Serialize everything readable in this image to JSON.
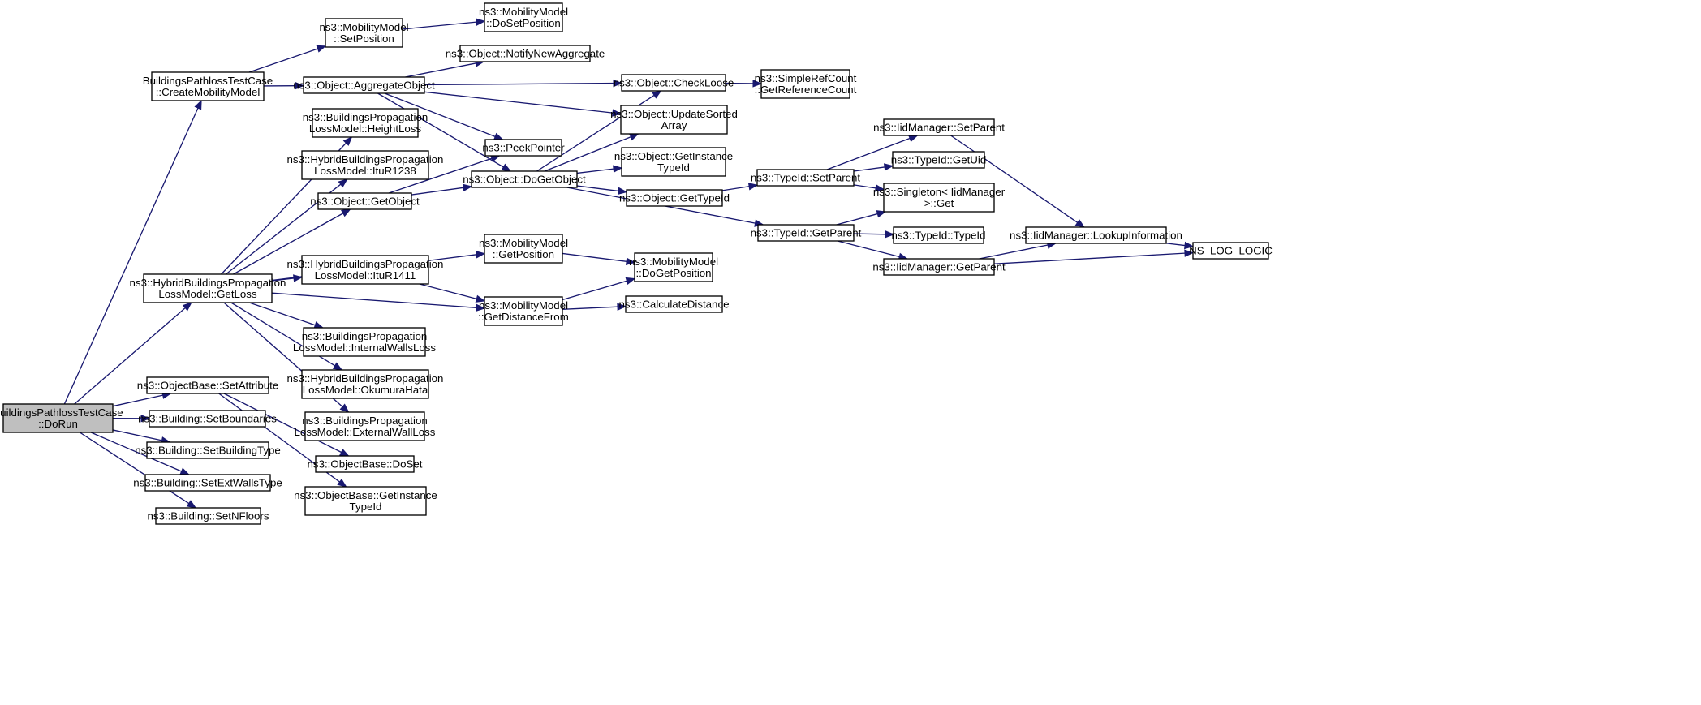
{
  "graph_title": "",
  "nodes": [
    {
      "id": "dorun",
      "lines": [
        "BuildingsPathlossTestCase",
        "::DoRun"
      ],
      "root": true
    },
    {
      "id": "createmob",
      "lines": [
        "BuildingsPathlossTestCase",
        "::CreateMobilityModel"
      ]
    },
    {
      "id": "hybridgetloss",
      "lines": [
        "ns3::HybridBuildingsPropagation",
        "LossModel::GetLoss"
      ]
    },
    {
      "id": "setattr",
      "lines": [
        "ns3::ObjectBase::SetAttribute"
      ]
    },
    {
      "id": "setboundaries",
      "lines": [
        "ns3::Building::SetBoundaries"
      ]
    },
    {
      "id": "setbuildingtype",
      "lines": [
        "ns3::Building::SetBuildingType"
      ]
    },
    {
      "id": "setextwalls",
      "lines": [
        "ns3::Building::SetExtWallsType"
      ]
    },
    {
      "id": "setnfloors",
      "lines": [
        "ns3::Building::SetNFloors"
      ]
    },
    {
      "id": "mmsetpos",
      "lines": [
        "ns3::MobilityModel",
        "::SetPosition"
      ]
    },
    {
      "id": "aggregate",
      "lines": [
        "ns3::Object::AggregateObject"
      ]
    },
    {
      "id": "heightloss",
      "lines": [
        "ns3::BuildingsPropagation",
        "LossModel::HeightLoss"
      ]
    },
    {
      "id": "itur1238",
      "lines": [
        "ns3::HybridBuildingsPropagation",
        "LossModel::ItuR1238"
      ]
    },
    {
      "id": "getobject",
      "lines": [
        "ns3::Object::GetObject"
      ]
    },
    {
      "id": "itur1411",
      "lines": [
        "ns3::HybridBuildingsPropagation",
        "LossModel::ItuR1411"
      ]
    },
    {
      "id": "internalwalls",
      "lines": [
        "ns3::BuildingsPropagation",
        "LossModel::InternalWallsLoss"
      ]
    },
    {
      "id": "okumura",
      "lines": [
        "ns3::HybridBuildingsPropagation",
        "LossModel::OkumuraHata"
      ]
    },
    {
      "id": "externalwall",
      "lines": [
        "ns3::BuildingsPropagation",
        "LossModel::ExternalWallLoss"
      ]
    },
    {
      "id": "doset",
      "lines": [
        "ns3::ObjectBase::DoSet"
      ]
    },
    {
      "id": "obgetinst",
      "lines": [
        "ns3::ObjectBase::GetInstance",
        "TypeId"
      ]
    },
    {
      "id": "mmdosetpos",
      "lines": [
        "ns3::MobilityModel",
        "::DoSetPosition"
      ]
    },
    {
      "id": "notifyagg",
      "lines": [
        "ns3::Object::NotifyNewAggregate"
      ]
    },
    {
      "id": "peekpointer",
      "lines": [
        "ns3::PeekPointer"
      ]
    },
    {
      "id": "dogetobject",
      "lines": [
        "ns3::Object::DoGetObject"
      ]
    },
    {
      "id": "mmgetpos",
      "lines": [
        "ns3::MobilityModel",
        "::GetPosition"
      ]
    },
    {
      "id": "mmgetdist",
      "lines": [
        "ns3::MobilityModel",
        "::GetDistanceFrom"
      ]
    },
    {
      "id": "checkloose",
      "lines": [
        "ns3::Object::CheckLoose"
      ]
    },
    {
      "id": "updatesorted",
      "lines": [
        "ns3::Object::UpdateSorted",
        "Array"
      ]
    },
    {
      "id": "objgetinst",
      "lines": [
        "ns3::Object::GetInstance",
        "TypeId"
      ]
    },
    {
      "id": "objgettypeid",
      "lines": [
        "ns3::Object::GetTypeId"
      ]
    },
    {
      "id": "mmdogetpos",
      "lines": [
        "ns3::MobilityModel",
        "::DoGetPosition"
      ]
    },
    {
      "id": "calcdist",
      "lines": [
        "ns3::CalculateDistance"
      ]
    },
    {
      "id": "refcount",
      "lines": [
        "ns3::SimpleRefCount",
        "::GetReferenceCount"
      ]
    },
    {
      "id": "tidsetparent",
      "lines": [
        "ns3::TypeId::SetParent"
      ]
    },
    {
      "id": "tidgetparent",
      "lines": [
        "ns3::TypeId::GetParent"
      ]
    },
    {
      "id": "iidsetparent",
      "lines": [
        "ns3::IidManager::SetParent"
      ]
    },
    {
      "id": "tidgetuid",
      "lines": [
        "ns3::TypeId::GetUid"
      ]
    },
    {
      "id": "singleton",
      "lines": [
        "ns3::Singleton< IidManager",
        " >::Get"
      ]
    },
    {
      "id": "tidtypeid",
      "lines": [
        "ns3::TypeId::TypeId"
      ]
    },
    {
      "id": "iidgetparent",
      "lines": [
        "ns3::IidManager::GetParent"
      ]
    },
    {
      "id": "lookup",
      "lines": [
        "ns3::IidManager::LookupInformation"
      ]
    },
    {
      "id": "nslog",
      "lines": [
        "NS_LOG_LOGIC"
      ]
    }
  ],
  "edges": [
    [
      "dorun",
      "createmob"
    ],
    [
      "dorun",
      "hybridgetloss"
    ],
    [
      "dorun",
      "setattr"
    ],
    [
      "dorun",
      "setboundaries"
    ],
    [
      "dorun",
      "setbuildingtype"
    ],
    [
      "dorun",
      "setextwalls"
    ],
    [
      "dorun",
      "setnfloors"
    ],
    [
      "createmob",
      "mmsetpos"
    ],
    [
      "createmob",
      "aggregate"
    ],
    [
      "mmsetpos",
      "mmdosetpos"
    ],
    [
      "aggregate",
      "notifyagg"
    ],
    [
      "aggregate",
      "checkloose"
    ],
    [
      "aggregate",
      "updatesorted"
    ],
    [
      "aggregate",
      "peekpointer"
    ],
    [
      "aggregate",
      "dogetobject"
    ],
    [
      "hybridgetloss",
      "heightloss"
    ],
    [
      "hybridgetloss",
      "itur1238"
    ],
    [
      "hybridgetloss",
      "getobject"
    ],
    [
      "hybridgetloss",
      "mmgetpos"
    ],
    [
      "hybridgetloss",
      "itur1411"
    ],
    [
      "hybridgetloss",
      "mmgetdist"
    ],
    [
      "hybridgetloss",
      "internalwalls"
    ],
    [
      "hybridgetloss",
      "okumura"
    ],
    [
      "hybridgetloss",
      "externalwall"
    ],
    [
      "getobject",
      "peekpointer"
    ],
    [
      "getobject",
      "dogetobject"
    ],
    [
      "itur1411",
      "mmgetdist"
    ],
    [
      "setattr",
      "doset"
    ],
    [
      "setattr",
      "obgetinst"
    ],
    [
      "dogetobject",
      "checkloose"
    ],
    [
      "dogetobject",
      "updatesorted"
    ],
    [
      "dogetobject",
      "objgetinst"
    ],
    [
      "dogetobject",
      "objgettypeid"
    ],
    [
      "dogetobject",
      "tidgetparent"
    ],
    [
      "mmgetpos",
      "mmdogetpos"
    ],
    [
      "mmgetdist",
      "mmdogetpos"
    ],
    [
      "mmgetdist",
      "calcdist"
    ],
    [
      "checkloose",
      "refcount"
    ],
    [
      "objgettypeid",
      "tidsetparent"
    ],
    [
      "tidsetparent",
      "iidsetparent"
    ],
    [
      "tidsetparent",
      "tidgetuid"
    ],
    [
      "tidsetparent",
      "singleton"
    ],
    [
      "tidgetparent",
      "singleton"
    ],
    [
      "tidgetparent",
      "tidtypeid"
    ],
    [
      "tidgetparent",
      "iidgetparent"
    ],
    [
      "iidsetparent",
      "lookup"
    ],
    [
      "iidgetparent",
      "lookup"
    ],
    [
      "iidgetparent",
      "nslog"
    ],
    [
      "lookup",
      "nslog"
    ]
  ]
}
